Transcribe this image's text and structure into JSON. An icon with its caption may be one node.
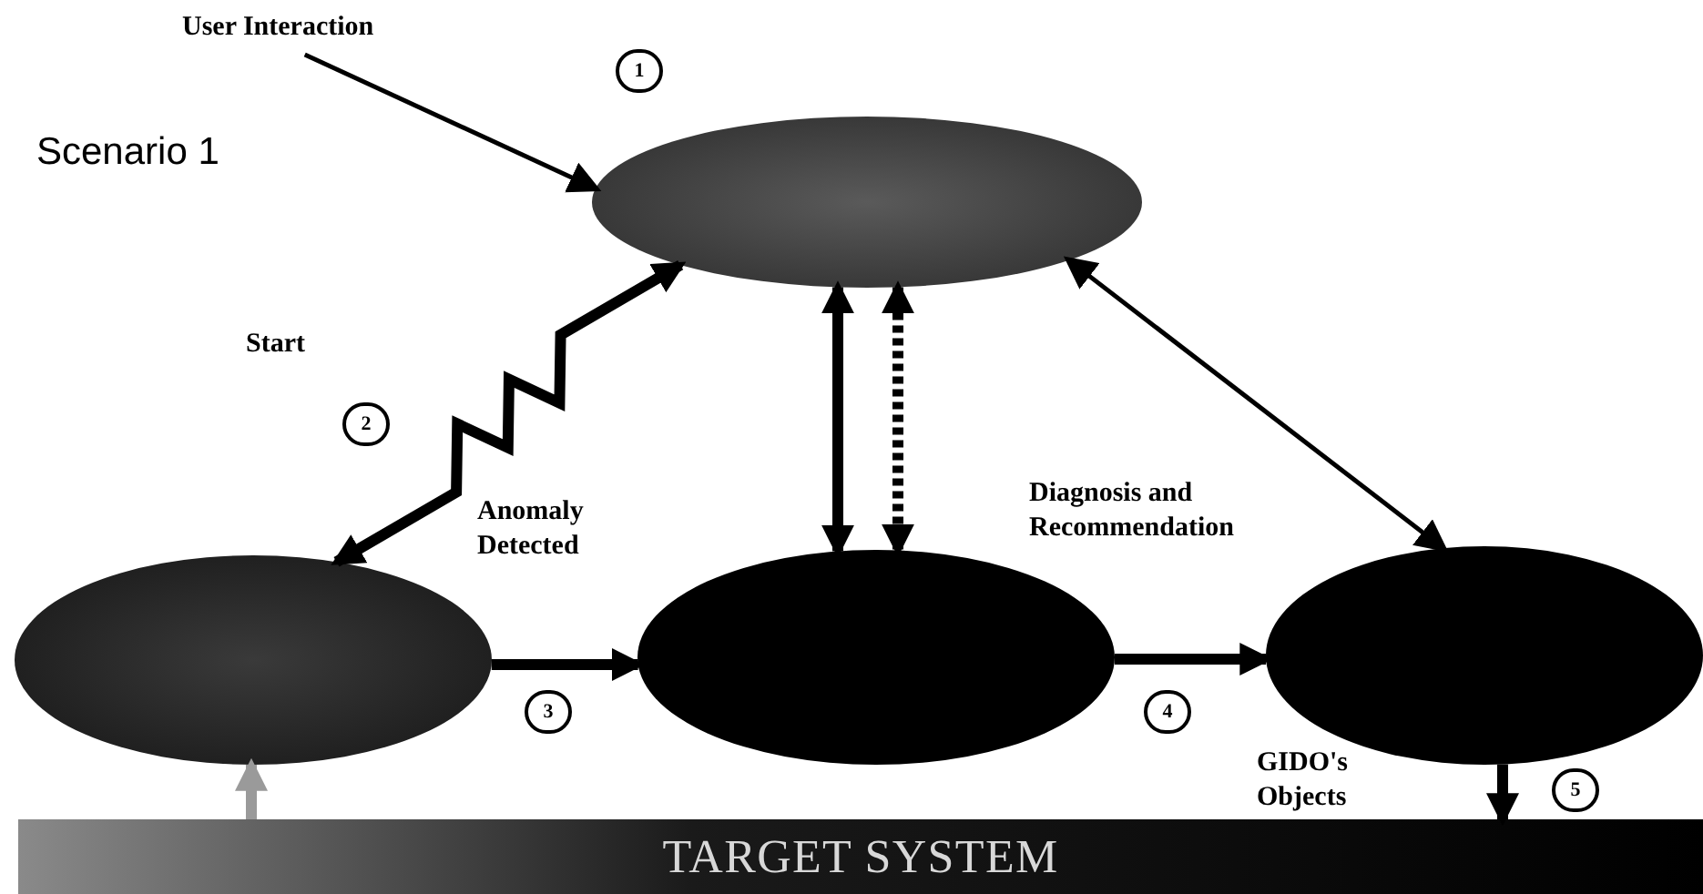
{
  "diagram": {
    "nodes": [
      {
        "text": [
          "User Interaction"
        ]
      },
      {
        "text": [],
        "shape": "ellipse"
      },
      {
        "text": [],
        "shape": "ellipse"
      },
      {
        "text": [],
        "shape": "ellipse"
      },
      {
        "text": [],
        "shape": "ellipse"
      },
      {
        "text": [
          "TARGET SYSTEM"
        ]
      }
    ],
    "edges": [
      {
        "from": 0,
        "to": 1,
        "arrow": "to"
      },
      {
        "from": 1,
        "to": 2,
        "arrow": "both"
      },
      {
        "from": 2,
        "to": 3,
        "arrow": "to"
      },
      {
        "from": 3,
        "to": 4,
        "arrow": "to"
      },
      {
        "from": 1,
        "to": 3,
        "arrow": "both"
      },
      {
        "from": 1,
        "to": 3,
        "arrow": "both",
        "style": "dashed"
      },
      {
        "from": 1,
        "to": 4,
        "arrow": "both"
      },
      {
        "from": 4,
        "to": 5,
        "arrow": "to"
      },
      {
        "from": 5,
        "to": 2,
        "arrow": "to",
        "color": "#9a9a9a"
      }
    ],
    "labels": [
      "1",
      "Scenario 1",
      "Start",
      "2",
      "Diagnosis and Recommendation",
      "Anomaly Detected",
      "3",
      "4",
      "GIDO's Objects",
      "5"
    ]
  }
}
